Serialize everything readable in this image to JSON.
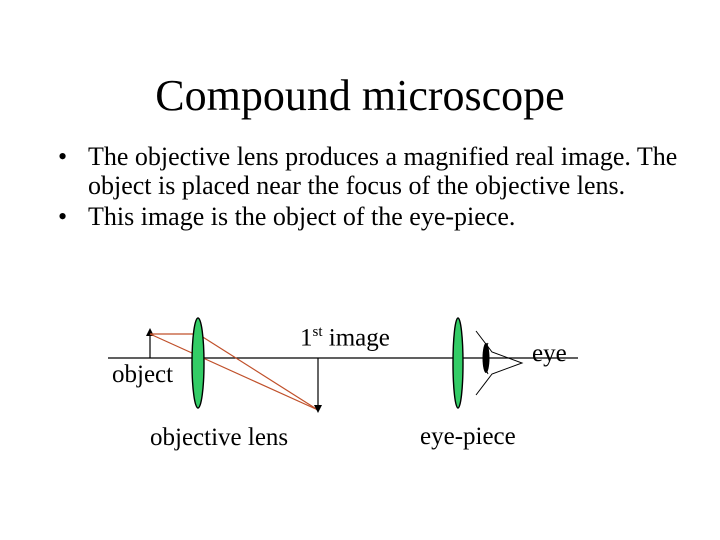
{
  "slide": {
    "title": "Compound microscope",
    "bullets": [
      "The objective lens produces a magnified real image. The object is placed near the focus of the objective lens.",
      "This image is the object of the eye-piece."
    ],
    "bullet_glyph": "•"
  },
  "diagram": {
    "labels": {
      "object": "object",
      "objective_lens": "objective lens",
      "first_image_number": "1",
      "first_image_sup": "st",
      "first_image_word": "image",
      "eye": "eye",
      "eye_piece": "eye-piece"
    },
    "colors": {
      "lens_fill": "#33cc66",
      "ray": "#c0502a",
      "line": "#000000"
    },
    "icons": [
      "eye-icon"
    ]
  }
}
